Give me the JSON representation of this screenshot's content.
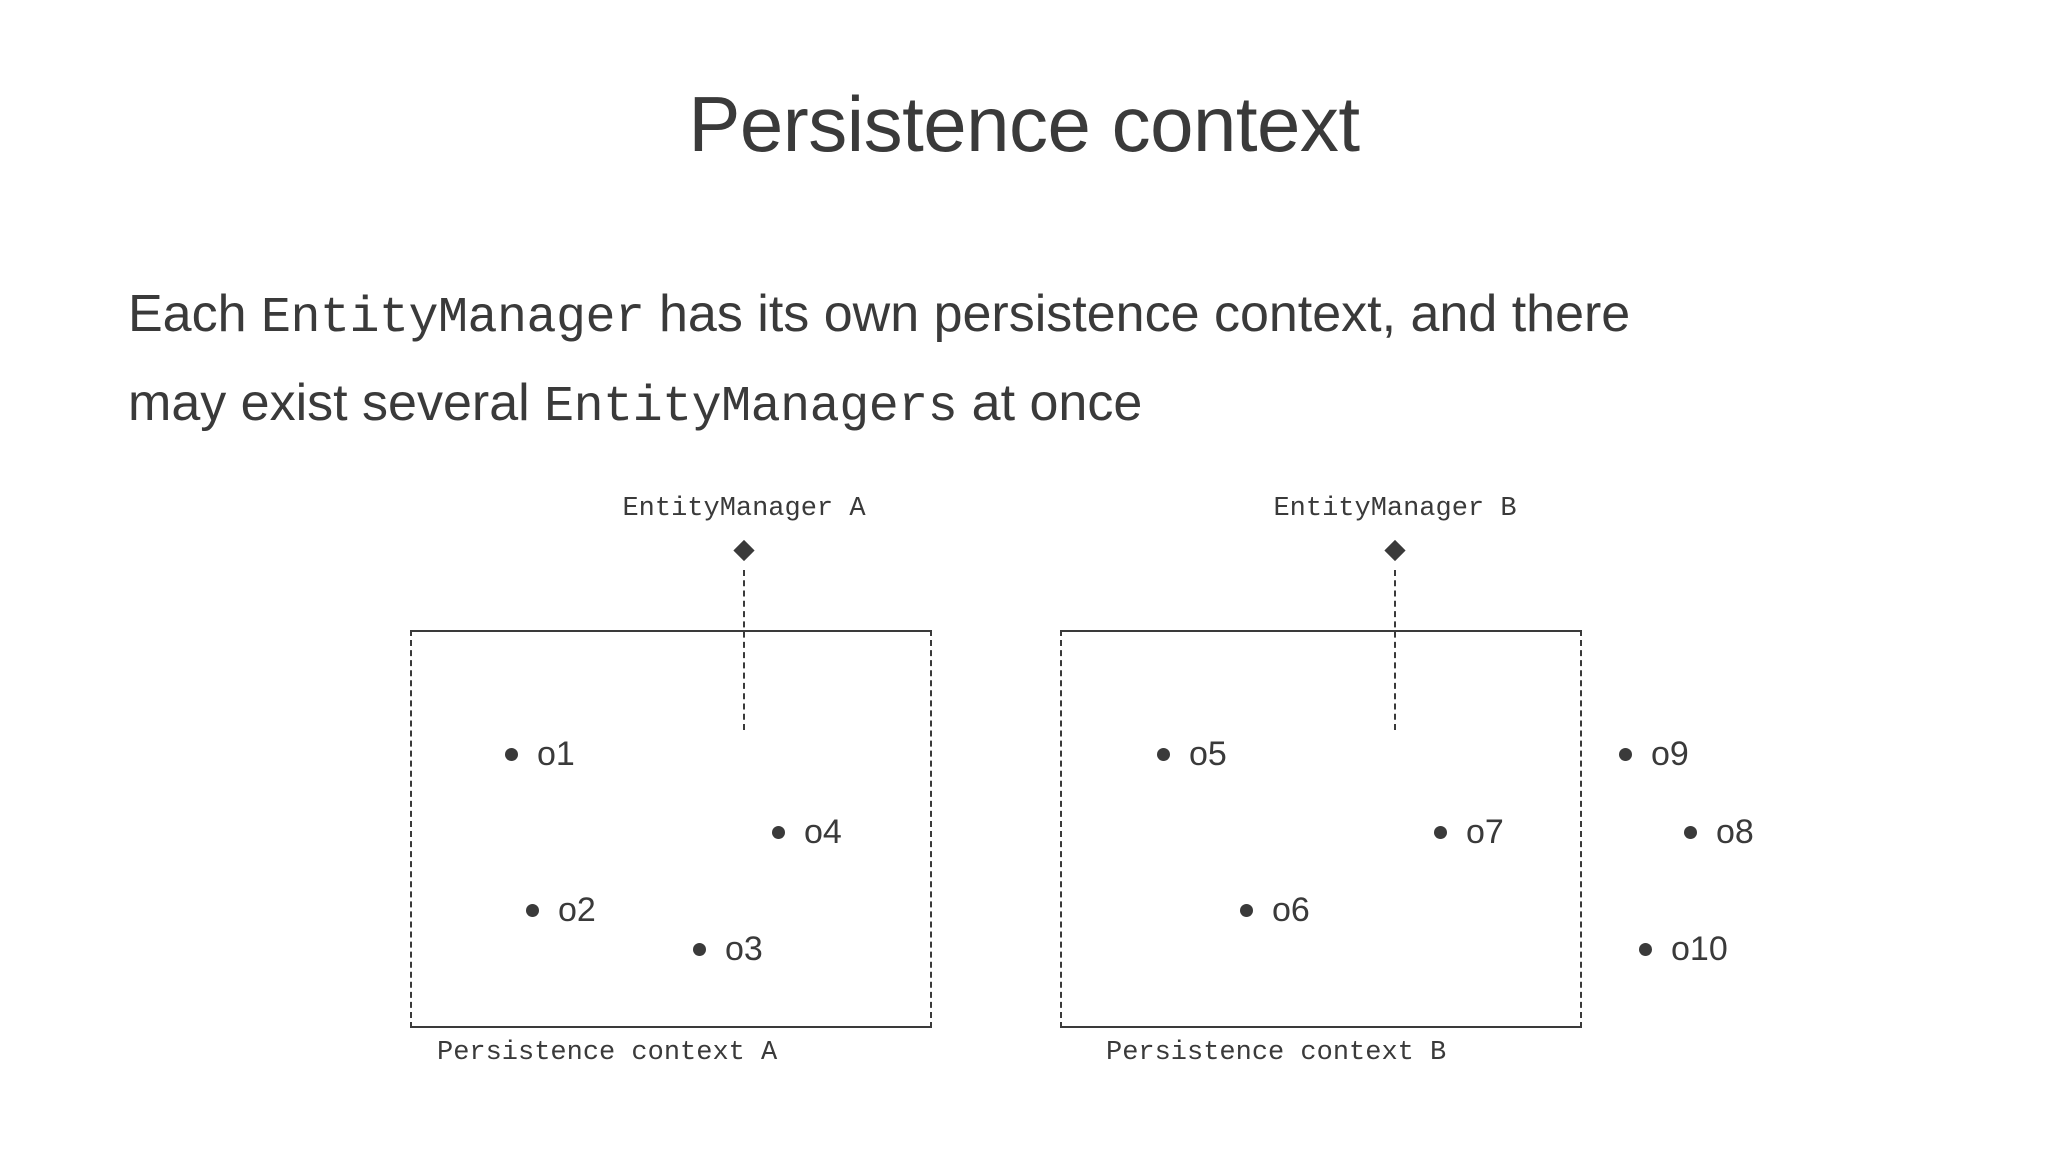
{
  "slide": {
    "title": "Persistence context",
    "body": {
      "line1_part1": "Each ",
      "line1_mono": "EntityManager",
      "line1_part2": " has its own persistence context, and there",
      "line2_part1": "may exist several ",
      "line2_mono": "EntityManagers",
      "line2_part2": " at once"
    }
  },
  "diagram": {
    "managers": [
      {
        "label": "EntityManager A"
      },
      {
        "label": "EntityManager B"
      }
    ],
    "contexts": [
      {
        "caption": "Persistence context A"
      },
      {
        "caption": "Persistence context B"
      }
    ],
    "entities_context_a": [
      {
        "name": "o1"
      },
      {
        "name": "o4"
      },
      {
        "name": "o2"
      },
      {
        "name": "o3"
      }
    ],
    "entities_context_b": [
      {
        "name": "o5"
      },
      {
        "name": "o7"
      },
      {
        "name": "o6"
      }
    ],
    "entities_detached": [
      {
        "name": "o9"
      },
      {
        "name": "o8"
      },
      {
        "name": "o10"
      }
    ]
  },
  "colors": {
    "ink": "#3a3a3a",
    "background": "#ffffff"
  }
}
